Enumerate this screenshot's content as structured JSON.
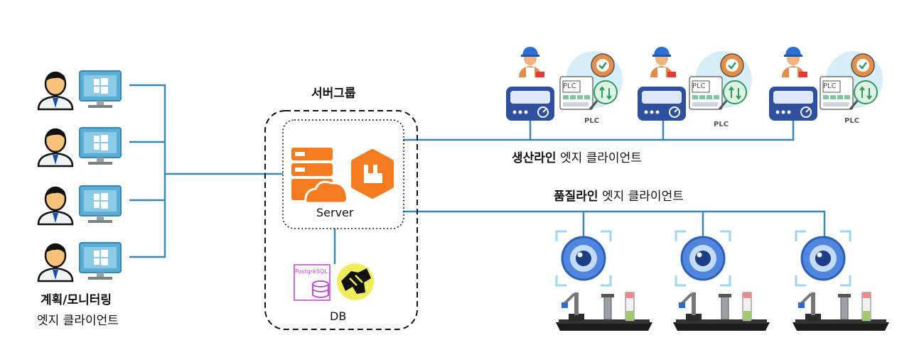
{
  "server_group": {
    "title": "서버그룹",
    "server_label": "Server",
    "db_label": "DB",
    "postgres_logo_text": "PostgreSQL"
  },
  "left_clients": {
    "title_bold": "계획/모니터링",
    "title_rest": "엣지 클라이언트",
    "count": 4
  },
  "production_line": {
    "label_bold": "생산라인",
    "label_rest": "엣지 클라이언트",
    "plc_label": "PLC",
    "plc_panel_text": "PLC",
    "stations": 3
  },
  "quality_line": {
    "label_bold": "품질라인",
    "label_rest": "엣지 클라이언트",
    "stations": 3
  },
  "colors": {
    "line": "#3a87b7",
    "orange": "#f47b20",
    "monitor": "#4ea3c8",
    "postgres": "#c23cd0",
    "kafka_bg": "#f0ee58",
    "device": "#2f4f9f",
    "camera": "#2e6ccc"
  }
}
